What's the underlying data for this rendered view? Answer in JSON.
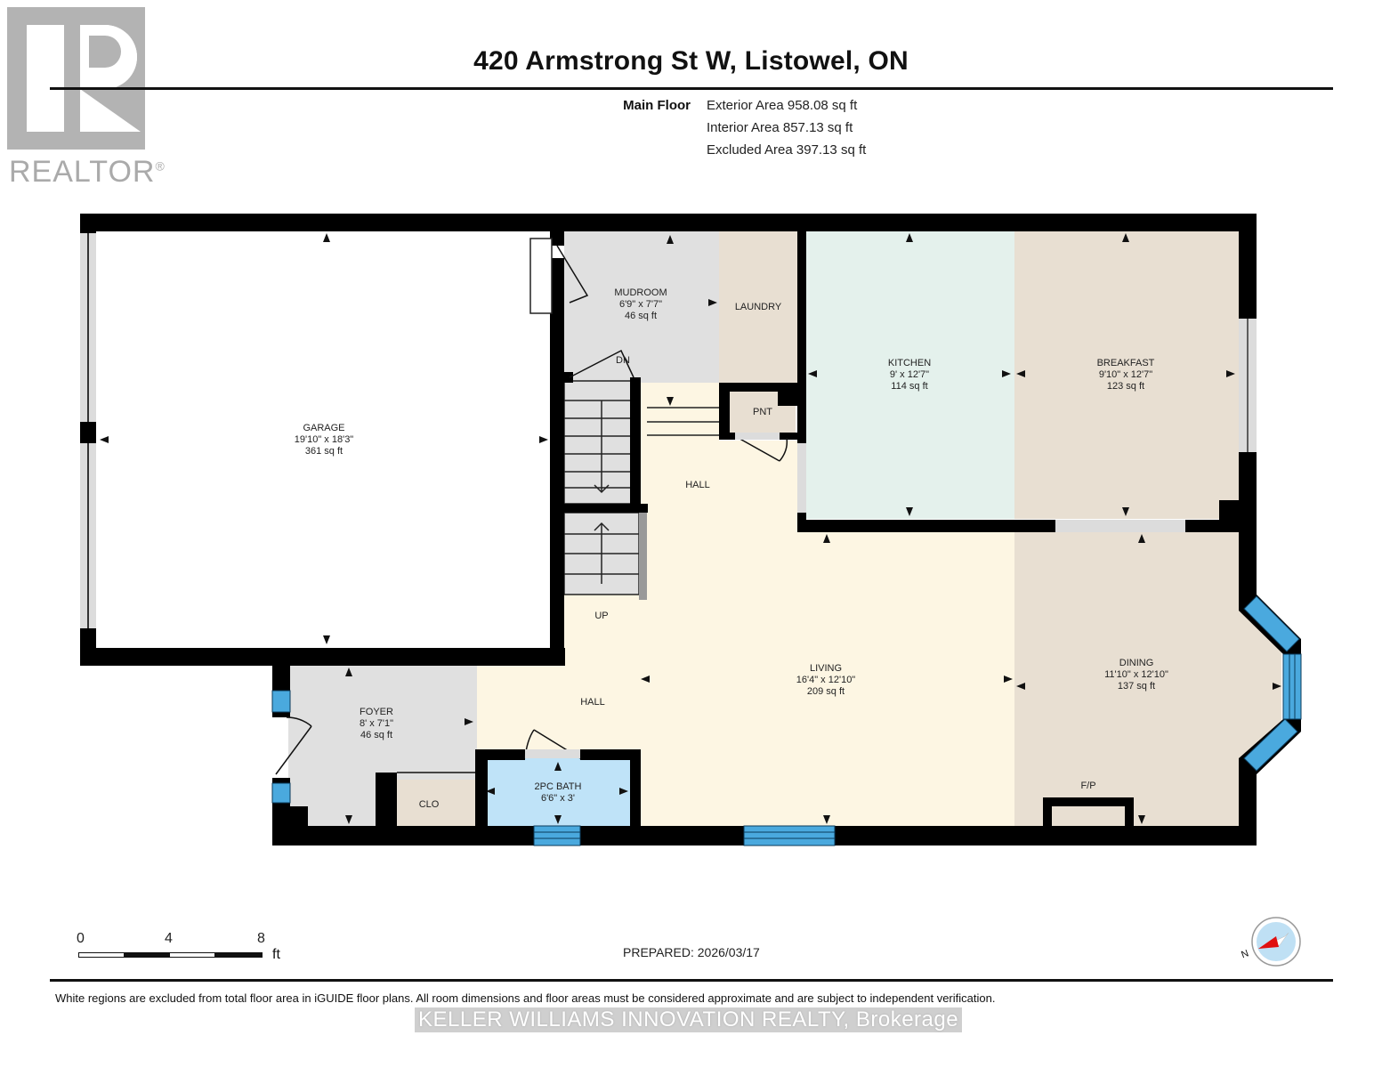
{
  "header": {
    "logo_text": "REALTOR",
    "logo_mark": "R",
    "registered_symbol": "®",
    "address": "420 Armstrong St W, Listowel, ON"
  },
  "areas": {
    "floor_label": "Main Floor",
    "exterior": "Exterior Area 958.08 sq ft",
    "interior": "Interior Area 857.13 sq ft",
    "excluded": "Excluded Area 397.13 sq ft"
  },
  "rooms": {
    "garage": {
      "name": "GARAGE",
      "dims": "19'10\" x 18'3\"",
      "area": "361 sq ft",
      "color": "#ffffff"
    },
    "mudroom": {
      "name": "MUDROOM",
      "dims": "6'9\" x 7'7\"",
      "area": "46 sq ft",
      "color": "#e0e0e0"
    },
    "laundry": {
      "name": "LAUNDRY",
      "color": "#e8dfd2"
    },
    "kitchen": {
      "name": "KITCHEN",
      "dims": "9' x 12'7\"",
      "area": "114 sq ft",
      "color": "#e4f1ec"
    },
    "breakfast": {
      "name": "BREAKFAST",
      "dims": "9'10\" x 12'7\"",
      "area": "123 sq ft",
      "color": "#e8dfd2"
    },
    "pantry": {
      "name": "PNT",
      "color": "#e8dfd2"
    },
    "hall_upper": {
      "name": "HALL",
      "color": "#fdf6e3"
    },
    "hall_lower": {
      "name": "HALL",
      "color": "#fdf6e3"
    },
    "living": {
      "name": "LIVING",
      "dims": "16'4\" x 12'10\"",
      "area": "209 sq ft",
      "color": "#fdf6e3"
    },
    "dining": {
      "name": "DINING",
      "dims": "11'10\" x 12'10\"",
      "area": "137 sq ft",
      "color": "#e8dfd2"
    },
    "foyer": {
      "name": "FOYER",
      "dims": "8' x 7'1\"",
      "area": "46 sq ft",
      "color": "#e0e0e0"
    },
    "closet": {
      "name": "CLO",
      "color": "#e8dfd2"
    },
    "bath": {
      "name": "2PC BATH",
      "dims": "6'6\" x 3'",
      "color": "#bfe3f8"
    }
  },
  "labels": {
    "stairs_down": "DN",
    "stairs_up": "UP",
    "fireplace": "F/P"
  },
  "colors": {
    "wall": "#000000",
    "window": "#4aa9de",
    "opening": "#dcdcdc"
  },
  "scale": {
    "ticks": [
      "0",
      "4",
      "8"
    ],
    "unit": "ft"
  },
  "compass": {
    "north_label": "N"
  },
  "footer": {
    "prepared": "PREPARED: 2026/03/17",
    "disclaimer": "White regions are excluded from total floor area in iGUIDE floor plans. All room dimensions and floor areas must be considered approximate and are subject to independent verification.",
    "brokerage": "KELLER WILLIAMS INNOVATION REALTY, Brokerage"
  }
}
